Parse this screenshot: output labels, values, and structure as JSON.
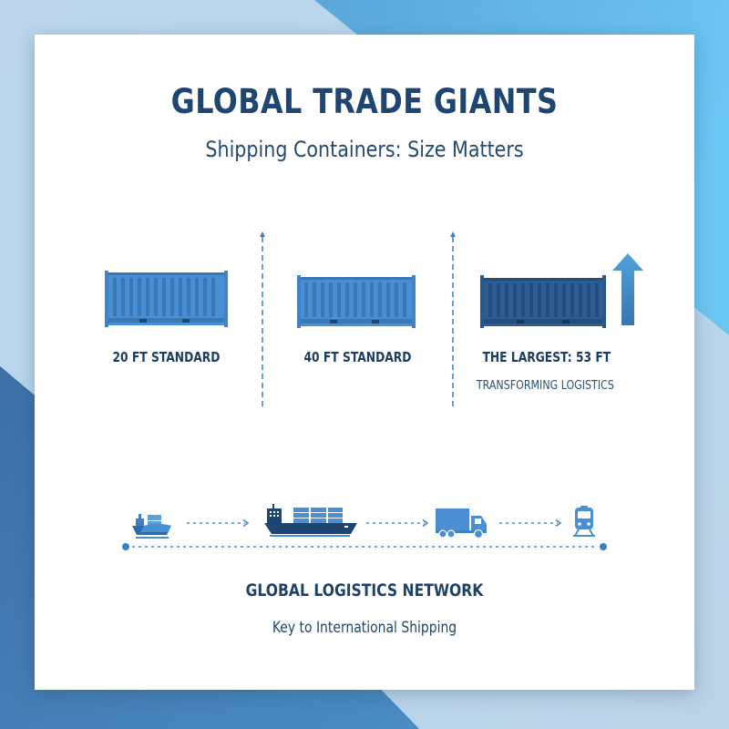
{
  "header": {
    "title": "GLOBAL TRADE GIANTS",
    "subtitle": "Shipping Containers: Size Matters"
  },
  "containers": [
    {
      "label": "20 FT STANDARD",
      "color": "#4a8fd4",
      "icon": "shipping-container-icon"
    },
    {
      "label": "40 FT STANDARD",
      "color": "#4a8fd4",
      "icon": "shipping-container-icon"
    },
    {
      "label": "THE LARGEST: 53 FT",
      "sublabel": "TRANSFORMING LOGISTICS",
      "color": "#2e5d94",
      "icon": "shipping-container-icon",
      "accent_icon": "up-arrow-icon"
    }
  ],
  "network": {
    "steps": [
      {
        "icon": "small-ship-icon"
      },
      {
        "icon": "cargo-ship-icon"
      },
      {
        "icon": "truck-icon"
      },
      {
        "icon": "train-icon"
      }
    ],
    "title": "GLOBAL LOGISTICS NETWORK",
    "subtitle": "Key to International Shipping"
  },
  "colors": {
    "primary_dark": "#1f4670",
    "container_light": "#4a8fd4",
    "container_dark": "#2e5d94",
    "accent": "#3f86cc",
    "bg_light": "#b7d4ea",
    "bg_top_right": "#62b4e6",
    "bg_bottom_left": "#3f7ab4"
  }
}
